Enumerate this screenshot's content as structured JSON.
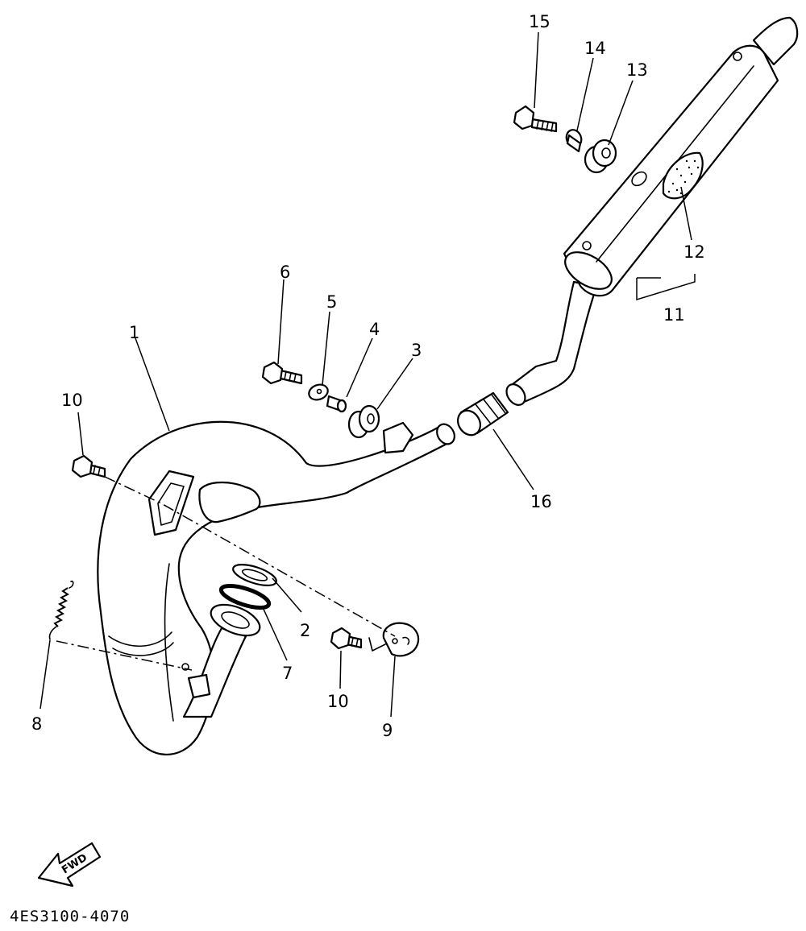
{
  "callouts": {
    "c1": "1",
    "c2": "2",
    "c3": "3",
    "c4": "4",
    "c5": "5",
    "c6": "6",
    "c7": "7",
    "c8": "8",
    "c9": "9",
    "c10a": "10",
    "c10b": "10",
    "c11": "11",
    "c12": "12",
    "c13": "13",
    "c14": "14",
    "c15": "15",
    "c16": "16"
  },
  "fwd_label": "FWD",
  "diagram_code": "4ES3100-4070"
}
